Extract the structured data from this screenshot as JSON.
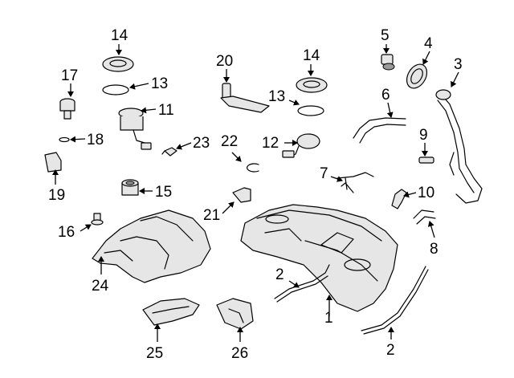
{
  "callouts": {
    "c1": "1",
    "c2a": "2",
    "c2b": "2",
    "c3": "3",
    "c4": "4",
    "c5": "5",
    "c6": "6",
    "c7": "7",
    "c8": "8",
    "c9": "9",
    "c10": "10",
    "c11": "11",
    "c12": "12",
    "c13a": "13",
    "c13b": "13",
    "c14a": "14",
    "c14b": "14",
    "c15": "15",
    "c16": "16",
    "c17": "17",
    "c18": "18",
    "c19": "19",
    "c20": "20",
    "c21": "21",
    "c22": "22",
    "c23": "23",
    "c24": "24",
    "c25": "25",
    "c26": "26"
  },
  "colors": {
    "line": "#000000",
    "background": "#ffffff",
    "part_fill": "#e6e6e6"
  }
}
